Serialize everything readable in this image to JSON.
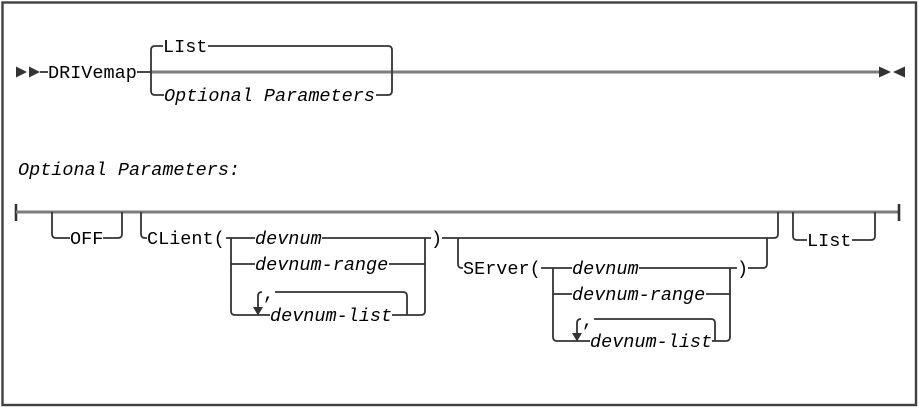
{
  "diagram": {
    "command": "DRIVemap",
    "main_rail": {
      "default_option": "LIst",
      "fragment_reference": "Optional Parameters"
    },
    "fragment_heading": "Optional Parameters:",
    "fragment": {
      "off_keyword": "OFF",
      "client": {
        "keyword": "CLient(",
        "close_paren": ")",
        "repeat_separator": ",",
        "options": [
          "devnum",
          "devnum-range",
          "devnum-list"
        ]
      },
      "server": {
        "keyword": "SErver(",
        "close_paren": ")",
        "repeat_separator": ",",
        "options": [
          "devnum",
          "devnum-range",
          "devnum-list"
        ]
      },
      "list_keyword": "LIst"
    },
    "colors": {
      "rail": "#7d7d7d",
      "branch": "#333333",
      "text": "#000000",
      "border": "#404040"
    },
    "icons": {
      "syntax_start": "double-right-arrowheads",
      "syntax_end": "opposing-arrowheads",
      "fragment_start": "left-edge-tick",
      "fragment_end": "right-edge-tick",
      "repeat_arrow": "down-arrowhead"
    }
  }
}
